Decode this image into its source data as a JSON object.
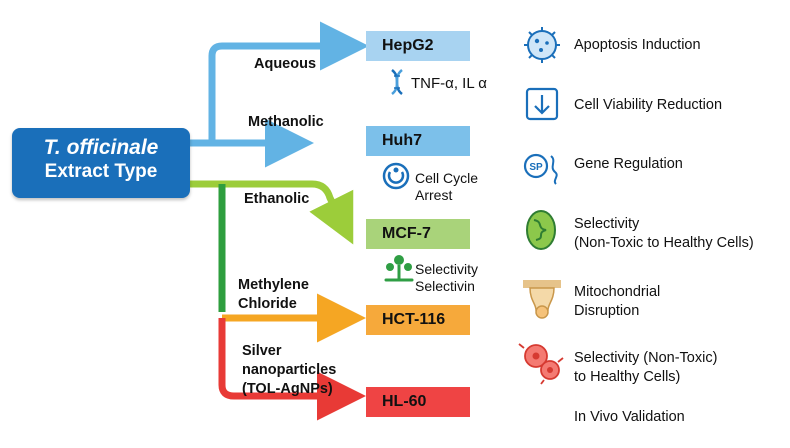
{
  "root": {
    "title": "T. officinale",
    "subtitle": "Extract Type"
  },
  "branches": [
    {
      "label": "Aqueous",
      "color": "#62b3e4"
    },
    {
      "label": "Methanolic",
      "color": "#62b3e4"
    },
    {
      "label": "Ethanolic",
      "color": "#9ccd3a"
    },
    {
      "label_lines": [
        "Methylene",
        "Chloride"
      ],
      "color": "#f5a623"
    },
    {
      "label_lines": [
        "Silver",
        "nanoparticles",
        "(TOL-AgNPs)"
      ],
      "color": "#e83a36"
    }
  ],
  "cell_lines": [
    {
      "label": "HepG2",
      "color": "#a8d3f1"
    },
    {
      "label": "Huh7",
      "color": "#7cc0ea"
    },
    {
      "label": "MCF-7",
      "color": "#a9d37a"
    },
    {
      "label": "HCT-116",
      "color": "#f6a93b"
    },
    {
      "label": "HL-60",
      "color": "#ef4444"
    }
  ],
  "notes": [
    {
      "lines": [
        "TNF-α, IL α"
      ],
      "icon": "dna-icon"
    },
    {
      "lines": [
        "Cell Cycle",
        "Arrest"
      ],
      "icon": "cell-cycle-icon"
    },
    {
      "lines": [
        "Selectivity",
        "Selectivin"
      ],
      "icon": "plant-icon"
    }
  ],
  "outcomes": [
    {
      "lines": [
        "Apoptosis Induction"
      ],
      "icon": "virus-icon"
    },
    {
      "lines": [
        "Cell Viability Reduction"
      ],
      "icon": "down-arrow-icon"
    },
    {
      "lines": [
        "Gene Regulation"
      ],
      "icon": "gene-icon"
    },
    {
      "lines": [
        "Selectivity",
        "(Non-Toxic to Healthy Cells)"
      ],
      "icon": "mitochondria-icon"
    },
    {
      "lines": [
        "Mitochondrial",
        "Disruption"
      ],
      "icon": "tissue-icon"
    },
    {
      "lines": [
        "Selectivity (Non-Toxic)",
        "to Healthy Cells)"
      ],
      "icon": "cells-icon"
    },
    {
      "lines": [
        "In Vivo Validation"
      ]
    }
  ]
}
